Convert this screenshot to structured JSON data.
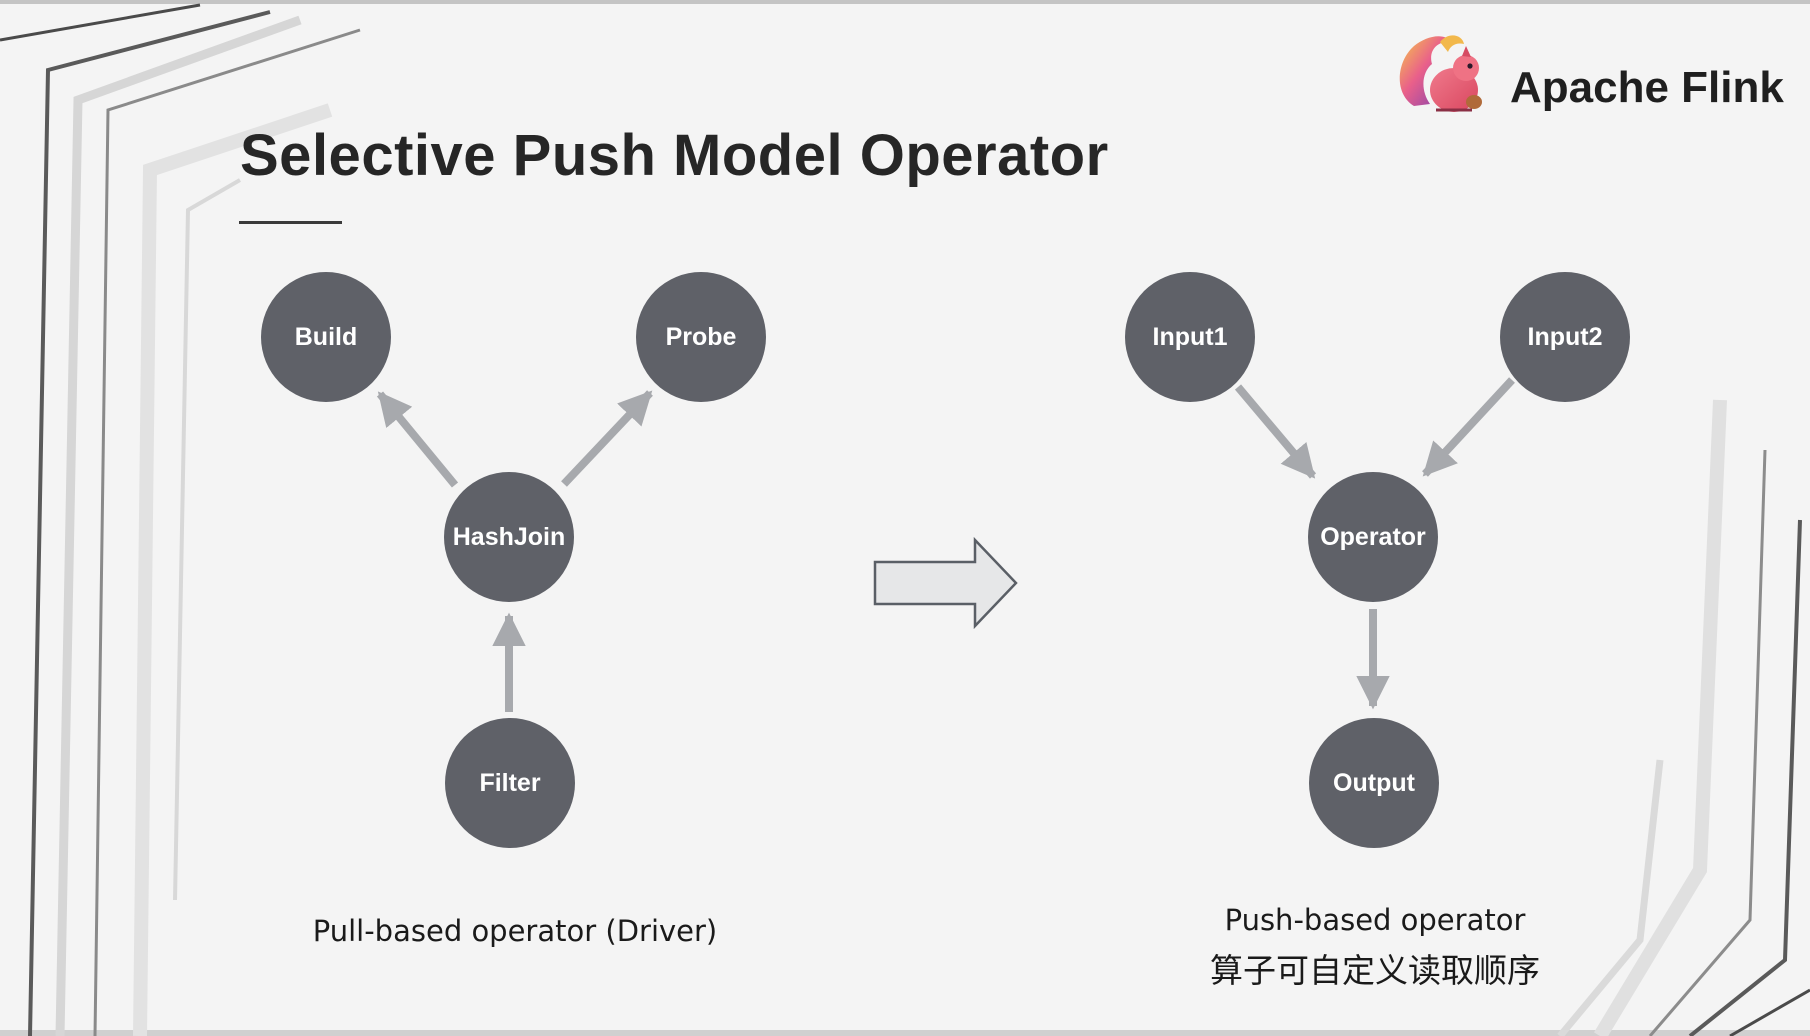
{
  "slide": {
    "title": "Selective Push Model Operator",
    "brand": {
      "name": "Apache Flink",
      "logo_icon": "flink-squirrel-logo"
    }
  },
  "left_diagram": {
    "nodes": {
      "build": "Build",
      "probe": "Probe",
      "hashjoin": "HashJoin",
      "filter": "Filter"
    },
    "edges": [
      {
        "from": "hashjoin",
        "to": "build"
      },
      {
        "from": "hashjoin",
        "to": "probe"
      },
      {
        "from": "filter",
        "to": "hashjoin"
      }
    ],
    "caption": "Pull-based operator (Driver)"
  },
  "right_diagram": {
    "nodes": {
      "input1": "Input1",
      "input2": "Input2",
      "operator": "Operator",
      "output": "Output"
    },
    "edges": [
      {
        "from": "input1",
        "to": "operator"
      },
      {
        "from": "input2",
        "to": "operator"
      },
      {
        "from": "operator",
        "to": "output"
      }
    ],
    "caption_line1": "Push-based operator",
    "caption_line2": "算子可自定义读取顺序"
  },
  "transition_icon": "right-block-arrow-icon",
  "colors": {
    "node_fill": "#5f6168",
    "arrow_fill": "#a7a9ad",
    "background": "#f4f4f4"
  }
}
